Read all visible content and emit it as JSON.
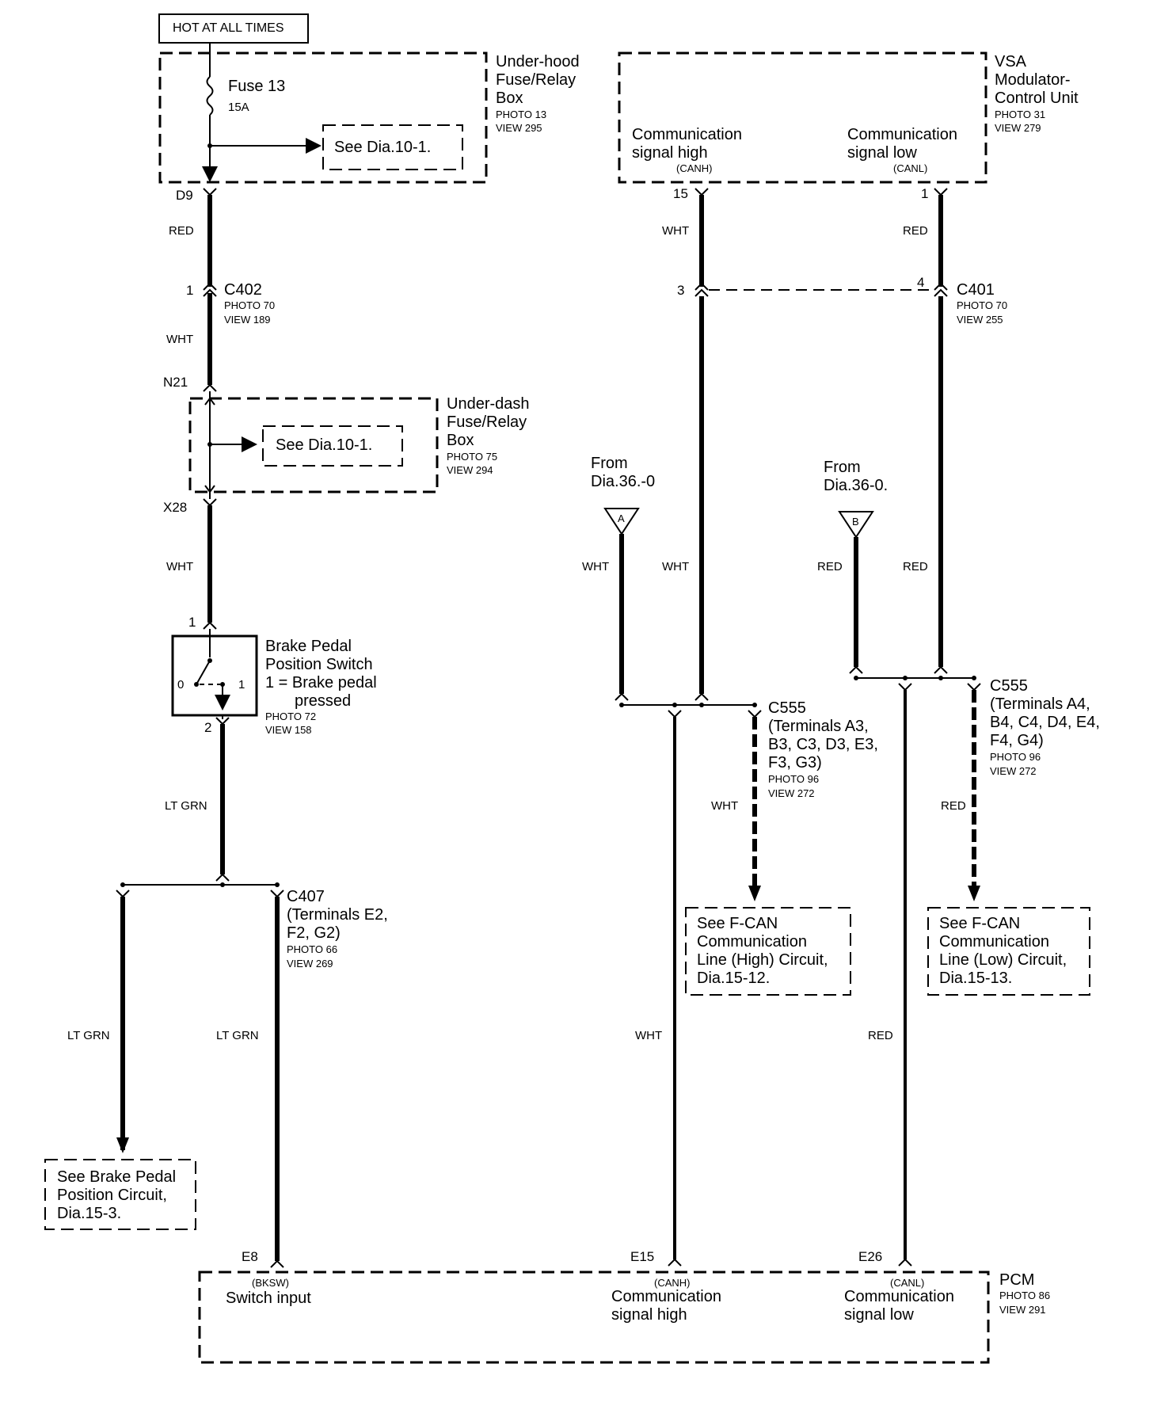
{
  "hot_label": "HOT AT ALL TIMES",
  "underhood": {
    "name": [
      "Under-hood",
      "Fuse/Relay",
      "Box"
    ],
    "photo": "PHOTO 13",
    "view": "VIEW 295",
    "fuse": "Fuse 13",
    "fuse_rating": "15A",
    "see": "See Dia.10-1."
  },
  "vsa": {
    "name": [
      "VSA",
      "Modulator-",
      "Control Unit"
    ],
    "photo": "PHOTO 31",
    "view": "VIEW 279",
    "high": [
      "Communication",
      "signal high",
      "(CANH)"
    ],
    "low": [
      "Communication",
      "signal low",
      "(CANL)"
    ],
    "pin_high": "15",
    "pin_low": "1"
  },
  "underdash": {
    "name": [
      "Under-dash",
      "Fuse/Relay",
      "Box"
    ],
    "photo": "PHOTO 75",
    "view": "VIEW 294",
    "see": "See Dia.10-1."
  },
  "connectors": {
    "d9": "D9",
    "n21": "N21",
    "x28": "X28",
    "c402": {
      "name": "C402",
      "pin": "1",
      "photo": "PHOTO 70",
      "view": "VIEW 189"
    },
    "c401": {
      "name": "C401",
      "pin_left": "3",
      "pin_right": "4",
      "photo": "PHOTO 70",
      "view": "VIEW 255"
    },
    "c555_high": [
      "C555",
      "(Terminals A3,",
      "B3, C3, D3, E3,",
      "F3, G3)",
      "PHOTO 96",
      "VIEW 272"
    ],
    "c555_low": [
      "C555",
      "(Terminals A4,",
      "B4, C4, D4, E4,",
      "F4, G4)",
      "PHOTO 96",
      "VIEW 272"
    ],
    "c407": [
      "C407",
      "(Terminals E2,",
      "F2, G2)",
      "PHOTO 66",
      "VIEW 269"
    ]
  },
  "switch": {
    "name": [
      "Brake Pedal",
      "Position Switch",
      "1 = Brake pedal",
      "pressed"
    ],
    "photo": "PHOTO 72",
    "view": "VIEW 158",
    "pin_in": "1",
    "pin_out": "2",
    "pos0": "0",
    "pos1": "1"
  },
  "wires": {
    "red": "RED",
    "wht": "WHT",
    "ltgrn": "LT GRN"
  },
  "from_a": {
    "text": [
      "From",
      "Dia.36.-0"
    ],
    "tag": "A"
  },
  "from_b": {
    "text": [
      "From",
      "Dia.36-0."
    ],
    "tag": "B"
  },
  "refs": {
    "fcan_high": [
      "See F-CAN",
      "Communication",
      "Line (High) Circuit,",
      "Dia.15-12."
    ],
    "fcan_low": [
      "See F-CAN",
      "Communication",
      "Line (Low) Circuit,",
      "Dia.15-13."
    ],
    "brake": [
      "See Brake Pedal",
      "Position  Circuit,",
      "Dia.15-3."
    ]
  },
  "pcm": {
    "name": "PCM",
    "photo": "PHOTO 86",
    "view": "VIEW 291",
    "pin_e8": "E8",
    "pin_e15": "E15",
    "pin_e26": "E26",
    "bksw": "(BKSW)",
    "switch_input": "Switch input",
    "canh": "(CANH)",
    "canl": "(CANL)",
    "comm": "Communication",
    "sig_high": "signal high",
    "sig_low": "signal low"
  }
}
